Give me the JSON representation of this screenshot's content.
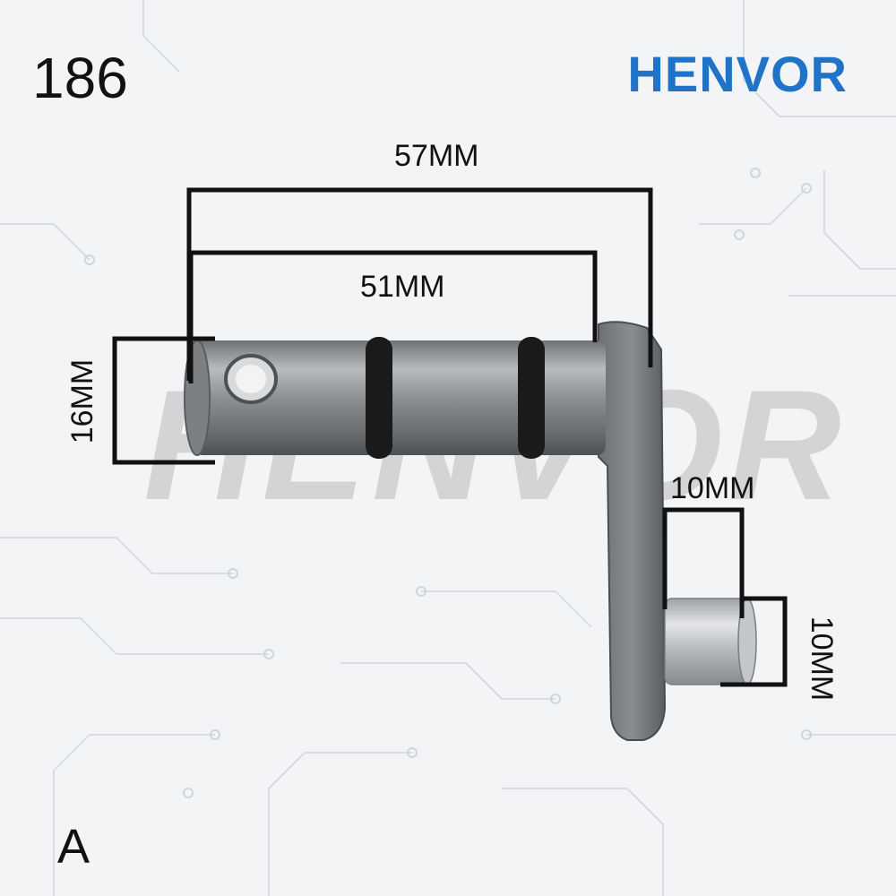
{
  "model_number": "186",
  "brand": "HENVOR",
  "watermark_text": "HENVOR",
  "variant_label": "A",
  "dimensions": {
    "overall_length": "57MM",
    "shaft_length": "51MM",
    "shaft_diameter": "16MM",
    "pin_length": "10MM",
    "pin_diameter": "10MM"
  },
  "colors": {
    "brand": "#1f74c7",
    "background": "#f3f4f6",
    "metal": "#8a8d90",
    "dimension_lines": "#111111"
  }
}
